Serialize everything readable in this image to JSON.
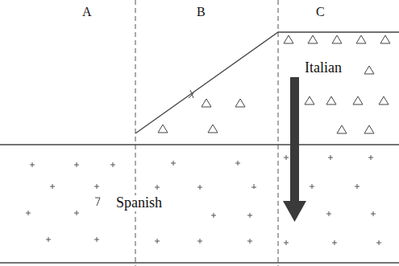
{
  "diagram": {
    "labels": [
      "A",
      "B",
      "C",
      "Italian",
      "Spanish"
    ]
  }
}
